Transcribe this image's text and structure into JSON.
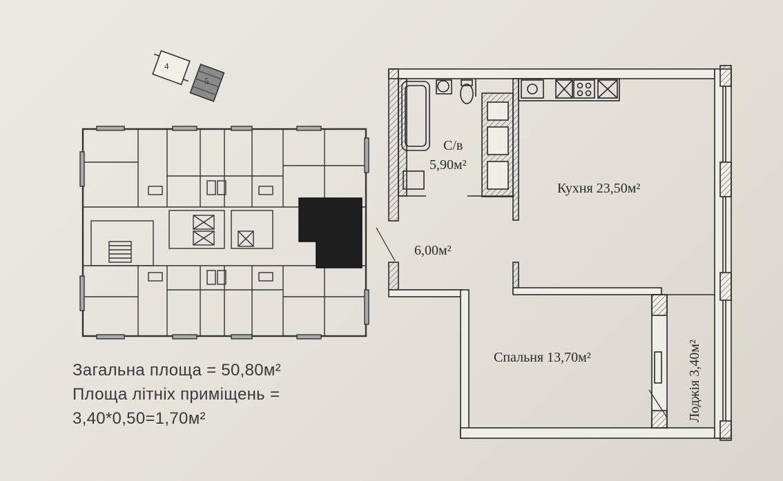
{
  "key_plan": {
    "section_a": "4",
    "section_b": "5"
  },
  "rooms": {
    "bathroom_name": "С/в",
    "bathroom_area": "5,90м²",
    "hall_area": "6,00м²",
    "kitchen": "Кухня 23,50м²",
    "bedroom": "Спальня 13,70м²",
    "loggia": "Лоджія 3,40м²"
  },
  "summary": {
    "total_area": "Загальна площа  = 50,80м²",
    "summer_area_label": "Площа літніх приміщень =",
    "summer_area_formula": "3,40*0,50=1,70м²"
  }
}
